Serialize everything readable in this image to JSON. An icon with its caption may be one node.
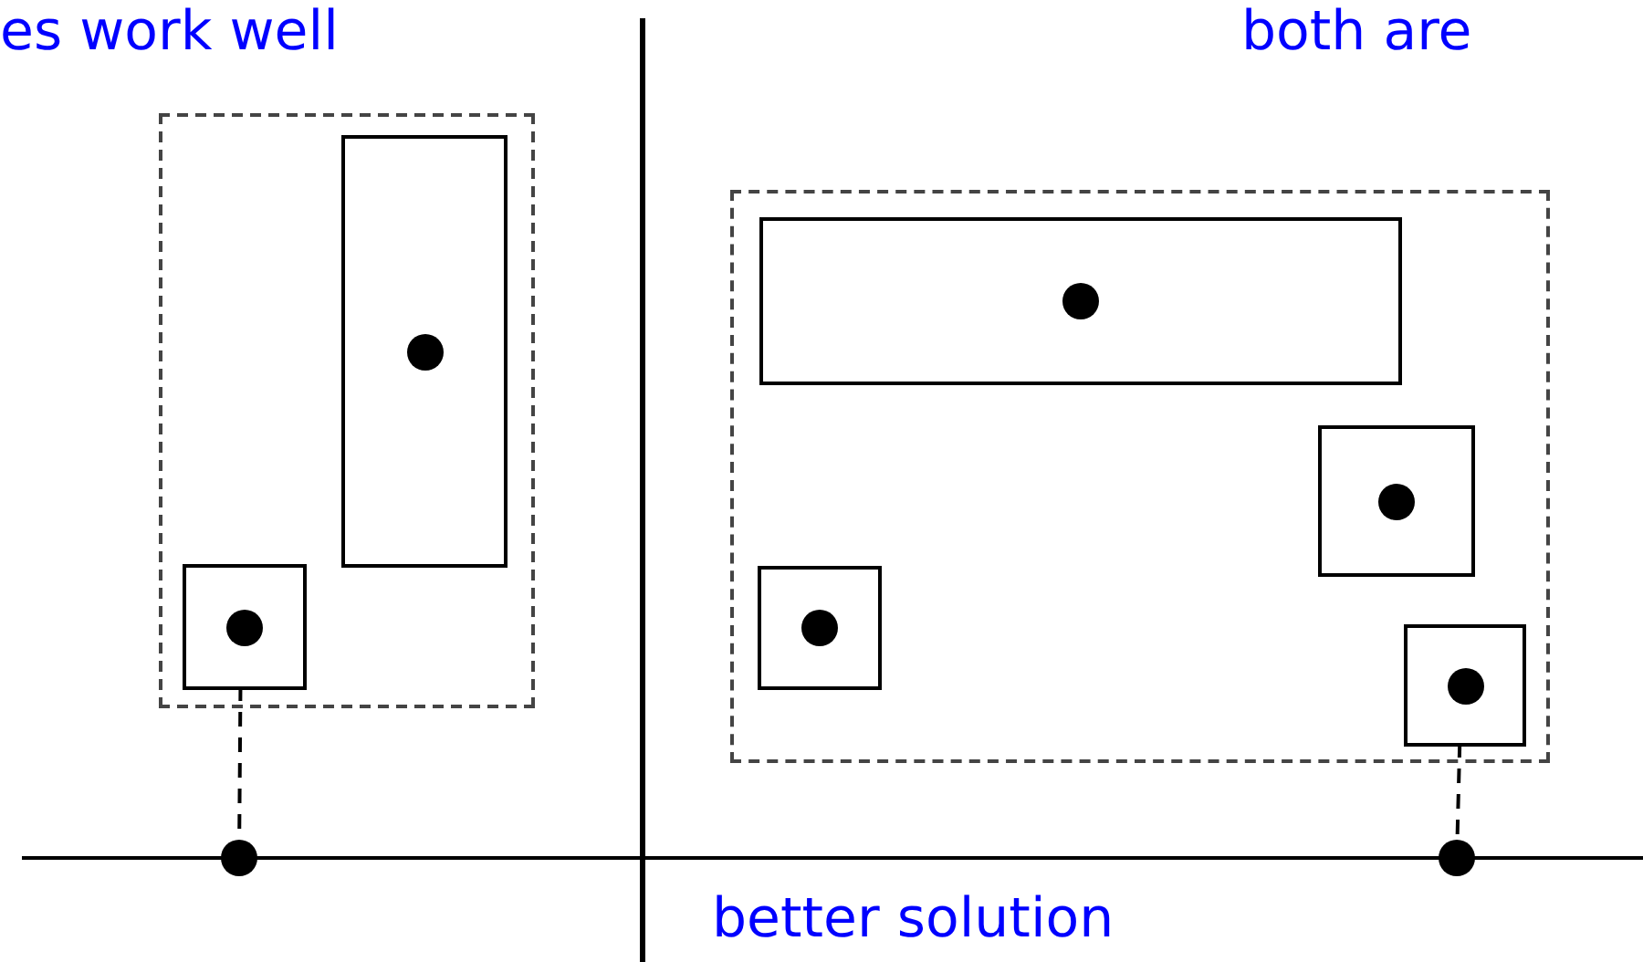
{
  "diagram": {
    "nodes": [
      {
        "text": [],
        "shape": "box"
      },
      {
        "text": [],
        "shape": "box",
        "in": 0
      },
      {
        "text": [],
        "shape": "box",
        "in": 0
      },
      {
        "text": [],
        "shape": "box"
      },
      {
        "text": [],
        "shape": "box",
        "in": 3
      },
      {
        "text": [],
        "shape": "box",
        "in": 3
      },
      {
        "text": [],
        "shape": "box",
        "in": 3
      },
      {
        "text": [],
        "shape": "box",
        "in": 3
      },
      {
        "text": [],
        "shape": "circle"
      },
      {
        "text": [],
        "shape": "circle"
      }
    ],
    "edges": [
      {
        "from": 2,
        "to": 8,
        "arrow": "none",
        "style": "dashed"
      },
      {
        "from": 7,
        "to": 9,
        "arrow": "none",
        "style": "dashed"
      }
    ],
    "labels": [
      "es work well",
      "both are",
      "better solution"
    ]
  }
}
